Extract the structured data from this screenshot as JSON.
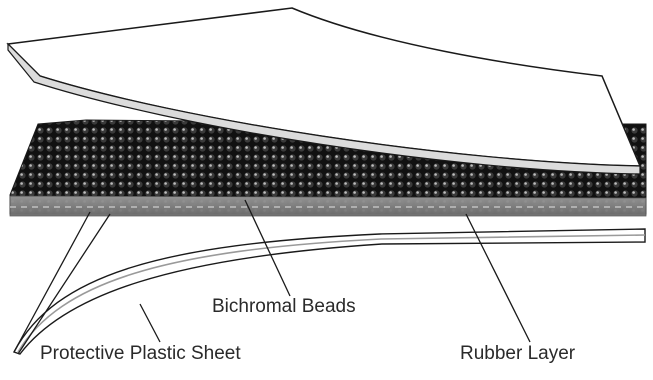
{
  "diagram": {
    "labels": {
      "bichromal_beads": "Bichromal Beads",
      "protective_plastic_sheet": "Protective Plastic Sheet",
      "rubber_layer": "Rubber Layer"
    },
    "colors": {
      "background": "#ffffff",
      "outline": "#1a1a1a",
      "sheet_fill": "#ffffff",
      "sheet_edge": "#bdbdbd",
      "bead_layer": "#111111",
      "bead_highlight": "#9a9a9a",
      "rubber_base": "#8c8c8c",
      "label_text": "#2a2a2a"
    }
  }
}
